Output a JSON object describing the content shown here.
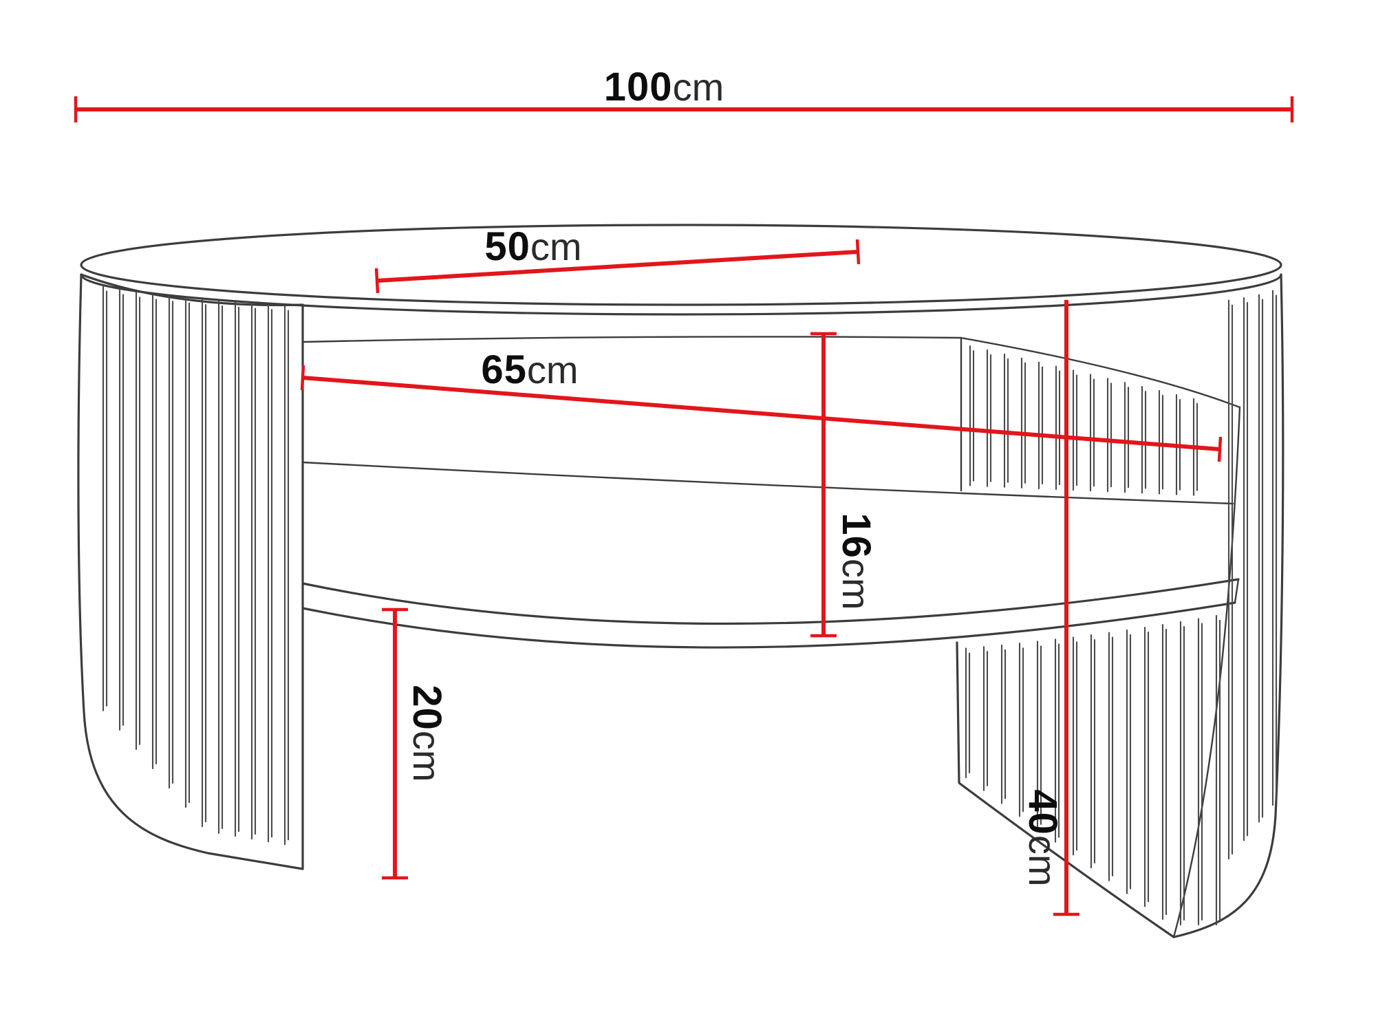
{
  "diagram": {
    "name": "oval-coffee-table-dimension-drawing",
    "colors": {
      "dimension_line": "#e2161b",
      "outline": "#3c3c3c",
      "background": "#ffffff"
    },
    "dimensions": {
      "width": {
        "value": "100",
        "unit": "cm"
      },
      "top_depth": {
        "value": "50",
        "unit": "cm"
      },
      "shelf_width": {
        "value": "65",
        "unit": "cm"
      },
      "shelf_clearance": {
        "value": "16",
        "unit": "cm"
      },
      "base_height": {
        "value": "20",
        "unit": "cm"
      },
      "total_height": {
        "value": "40",
        "unit": "cm"
      }
    }
  }
}
